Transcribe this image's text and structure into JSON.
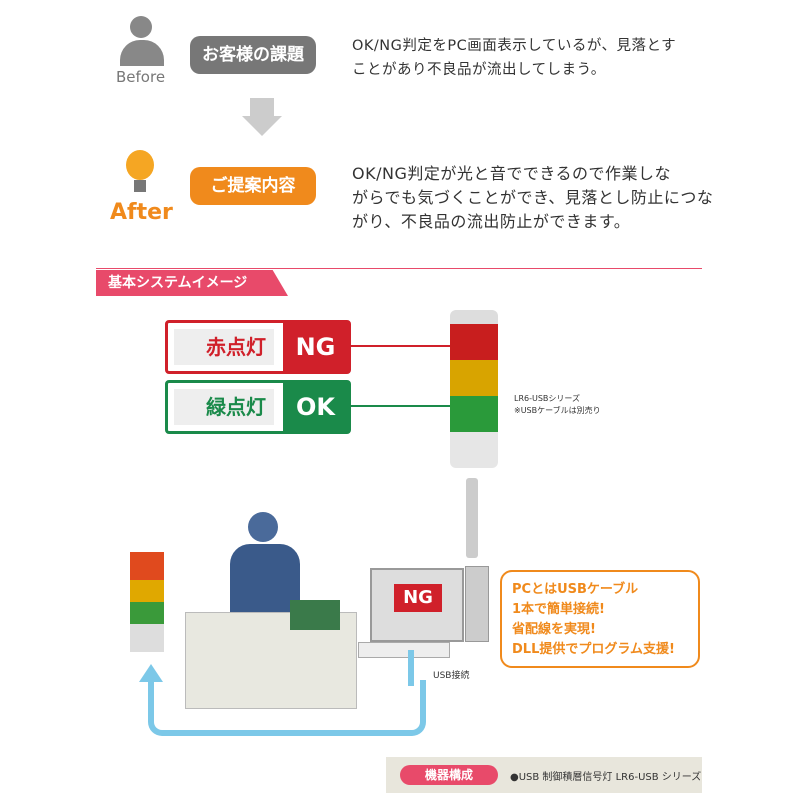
{
  "before": {
    "label": "Before",
    "pill": "お客様の課題",
    "text": [
      "OK/NG判定をPC画面表示しているが、見落とす",
      "ことがあり不良品が流出してしまう。"
    ]
  },
  "after": {
    "label": "After",
    "pill": "ご提案内容",
    "text": [
      "OK/NG判定が光と音でできるので作業しな",
      "がらでも気づくことができ、見落とし防止につな",
      "がり、不良品の流出防止ができます。"
    ]
  },
  "section_title": "基本システムイメージ",
  "signals": [
    {
      "label": "赤点灯",
      "state": "NG"
    },
    {
      "label": "緑点灯",
      "state": "OK"
    }
  ],
  "tower_caption": [
    "LR6-USBシリーズ",
    "※USBケーブルは別売り"
  ],
  "monitor_text": "NG",
  "usb_label": "USB接続",
  "callout": [
    "PCとはUSBケーブル",
    "1本で簡単接続!",
    "省配線を実現!",
    "DLL提供でプログラム支援!"
  ],
  "footer": {
    "badge": "機器構成",
    "text": "●USB 制御積層信号灯 LR6-USB シリーズ"
  },
  "colors": {
    "red": "#d0202a",
    "green": "#1a8a4a",
    "orange": "#f08a1c",
    "pink": "#e84a6a",
    "blue": "#7cc8e8"
  }
}
